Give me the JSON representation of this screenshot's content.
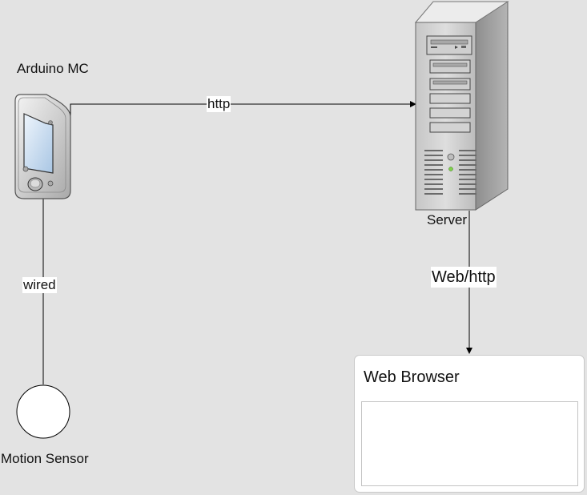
{
  "nodes": {
    "arduino": {
      "label": "Arduino MC"
    },
    "server": {
      "label": "Server"
    },
    "sensor": {
      "label": "Motion Sensor"
    },
    "browser": {
      "title": "Web Browser"
    }
  },
  "edges": {
    "arduino_to_server": {
      "label": "http"
    },
    "server_to_browser": {
      "label": "Web/http"
    },
    "sensor_to_arduino": {
      "label": "wired"
    }
  },
  "colors": {
    "background": "#e3e3e3",
    "connector": "#000000",
    "device_body": "#d4d4d4",
    "screen": "#c8dcf0"
  }
}
